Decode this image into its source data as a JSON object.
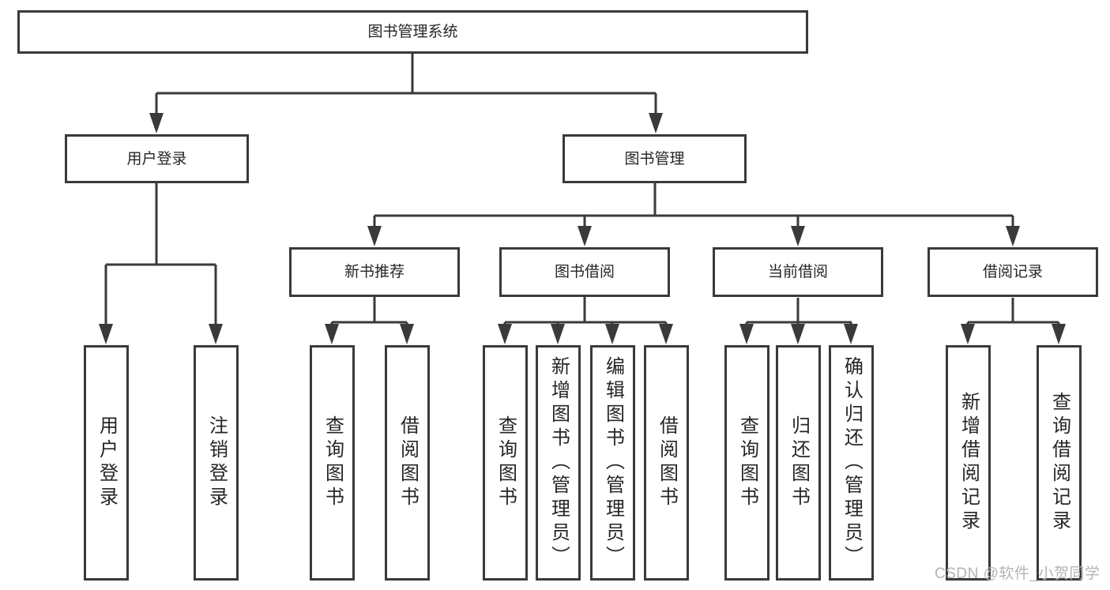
{
  "diagram": {
    "root": {
      "label": "图书管理系统"
    },
    "level2": [
      {
        "label": "用户登录"
      },
      {
        "label": "图书管理"
      }
    ],
    "level3": [
      {
        "label": "新书推荐"
      },
      {
        "label": "图书借阅"
      },
      {
        "label": "当前借阅"
      },
      {
        "label": "借阅记录"
      }
    ],
    "leaves": {
      "user": [
        "用户登录",
        "注销登录"
      ],
      "newbook": [
        "查询图书",
        "借阅图书"
      ],
      "borrow": [
        "查询图书",
        "新增图书（管理员）",
        "编辑图书（管理员）",
        "借阅图书"
      ],
      "current": [
        "查询图书",
        "归还图书",
        "确认归还（管理员）"
      ],
      "records": [
        "新增借阅记录",
        "查询借阅记录"
      ]
    }
  },
  "watermark": {
    "text": "CSDN @软件_小贺同学"
  },
  "colors": {
    "line": "#3a3a3a",
    "border": "#3a3a3a",
    "text": "#262626",
    "watermark": "#b4b4b4",
    "background": "#ffffff"
  }
}
